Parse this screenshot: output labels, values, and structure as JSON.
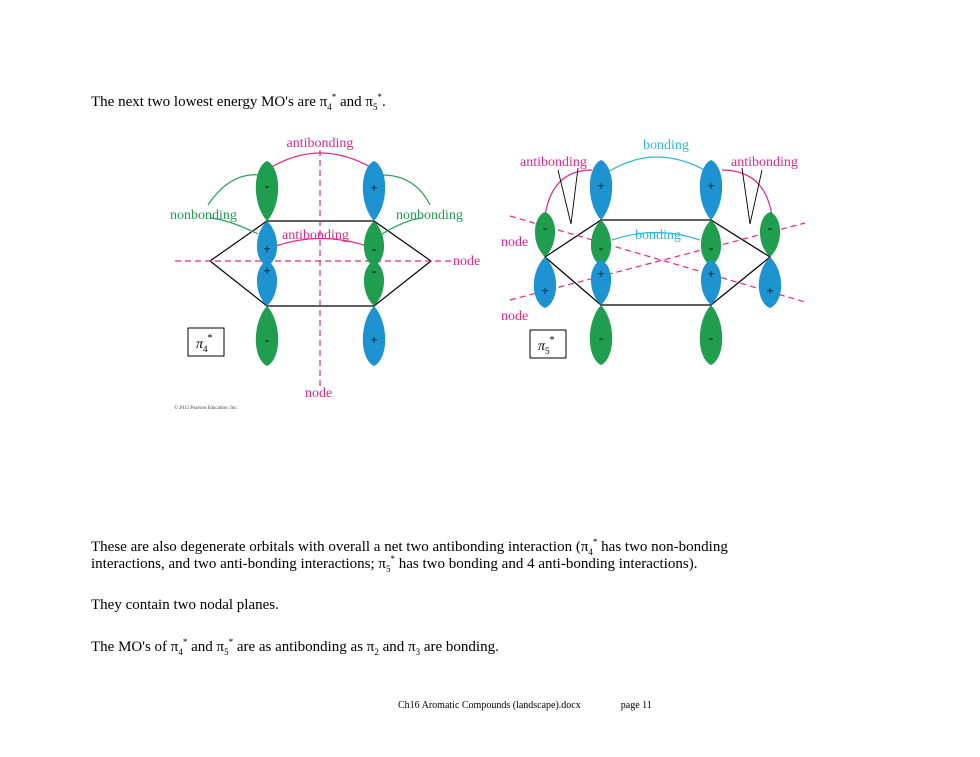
{
  "intro": {
    "prefix": "The next two lowest energy MO's are π",
    "sub1": "4",
    "sup1": "*",
    "mid": " and π",
    "sub2": "5",
    "sup2": "*",
    "suffix": "."
  },
  "figure": {
    "left": {
      "labels": {
        "antibonding_top": "antibonding",
        "nonbonding_left": "nonbonding",
        "nonbonding_right": "nonbonding",
        "antibonding_inner": "antibonding",
        "node_right": "node",
        "node_bottom": "node"
      },
      "box_symbol": "π",
      "box_sub": "4",
      "box_sup": "*",
      "copyright": "© 2013 Pearson Education, Inc."
    },
    "right": {
      "labels": {
        "bonding_top": "bonding",
        "antibonding_left": "antibonding",
        "antibonding_right": "antibonding",
        "bonding_inner": "bonding",
        "node_top": "node",
        "node_bottom": "node"
      },
      "box_symbol": "π",
      "box_sub": "5",
      "box_sup": "*"
    },
    "signs": {
      "plus": "+",
      "minus": "-"
    },
    "colors": {
      "green": "#1e9e4e",
      "blue": "#1d93d1",
      "magenta": "#e0288a",
      "nonbonding_green": "#2aa15a",
      "bonding_cyan": "#2db6d6"
    }
  },
  "degenerate": {
    "line1_a": "These are also degenerate orbitals with overall a net two antibonding interaction (π",
    "line1_sub": "4",
    "line1_sup": "*",
    "line1_b": " has two non-bonding",
    "line2_a": "interactions, and two anti-bonding interactions; π",
    "line2_sub": "5",
    "line2_sup": "*",
    "line2_b": " has two bonding and 4 anti-bonding interactions)."
  },
  "nodal": {
    "text": "They contain two nodal planes."
  },
  "mo": {
    "a": "The MO's of π",
    "sub1": "4",
    "sup1": "*",
    "b": " and π",
    "sub2": "5",
    "sup2": "*",
    "c": " are as antibonding as π",
    "sub3": "2",
    "d": " and π",
    "sub4": "3",
    "e": " are bonding."
  },
  "footer": {
    "filename": "Ch16 Aromatic Compounds (landscape).docx",
    "page": "page 11"
  }
}
